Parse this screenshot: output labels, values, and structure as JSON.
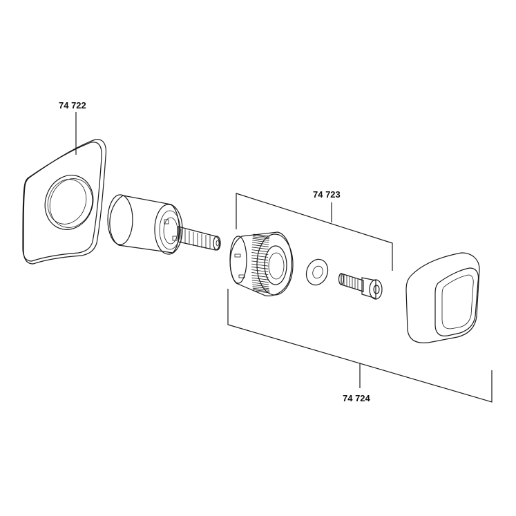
{
  "labels": {
    "rosette": "74 722",
    "nut_set": "74 723",
    "handle_set": "74 724"
  },
  "colors": {
    "ink": "#1a1a1a",
    "dark_fill": "#3a3a3a",
    "mid_fill": "#8a8a8a",
    "light_fill": "#d6d6d6",
    "background": "#ffffff"
  }
}
